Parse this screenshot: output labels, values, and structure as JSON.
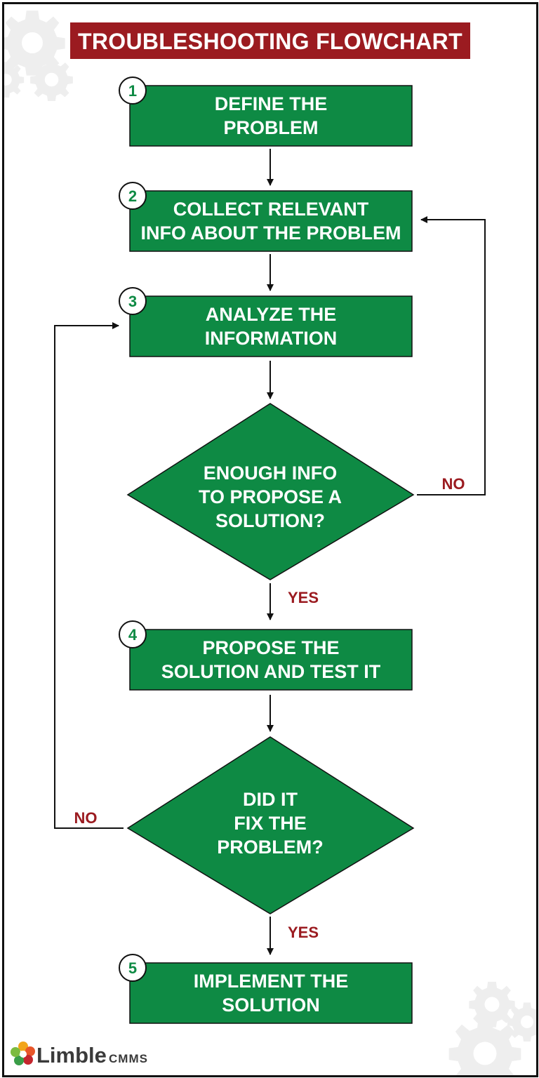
{
  "title": "TROUBLESHOOTING FLOWCHART",
  "colors": {
    "banner": "#9b1b20",
    "box": "#0e8a44",
    "label": "#9b1b20",
    "number": "#0e8a44",
    "arrow": "#111111"
  },
  "steps": [
    {
      "number": "1",
      "lines": [
        "DEFINE THE",
        "PROBLEM"
      ]
    },
    {
      "number": "2",
      "lines": [
        "COLLECT RELEVANT",
        "INFO ABOUT THE PROBLEM"
      ]
    },
    {
      "number": "3",
      "lines": [
        "ANALYZE THE",
        "INFORMATION"
      ]
    },
    {
      "number": "4",
      "lines": [
        "PROPOSE THE",
        "SOLUTION AND TEST IT"
      ]
    },
    {
      "number": "5",
      "lines": [
        "IMPLEMENT THE",
        "SOLUTION"
      ]
    }
  ],
  "decisions": [
    {
      "lines": [
        "ENOUGH INFO",
        "TO PROPOSE A",
        "SOLUTION?"
      ],
      "yes_label": "YES",
      "no_label": "NO"
    },
    {
      "lines": [
        "DID IT",
        "FIX THE",
        "PROBLEM?"
      ],
      "yes_label": "YES",
      "no_label": "NO"
    }
  ],
  "brand": {
    "name": "Limble",
    "suffix": "CMMS"
  },
  "icons": {
    "background": "gear-icon",
    "brand": "limble-logo-icon"
  }
}
